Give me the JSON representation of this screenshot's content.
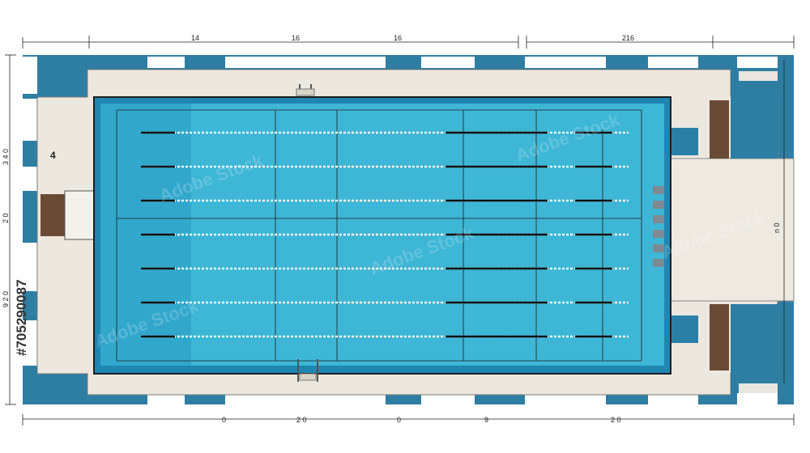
{
  "dimensions": {
    "top": [
      "14",
      "16",
      "16",
      "216"
    ],
    "left": [
      "3 4 0",
      "2 0",
      "9 2 0"
    ],
    "right": [
      "n 0"
    ],
    "bottom": [
      "0",
      "2 0",
      "0",
      "9",
      "2 0"
    ]
  },
  "labels": {
    "pool_marker": "4"
  },
  "watermark": {
    "text": "Adobe Stock",
    "id": "#705290087"
  },
  "colors": {
    "water": "#3eb6d6",
    "water_deep": "#2a8fb0",
    "tile_blue": "#2e7ea3",
    "deck": "#ece8df",
    "outline": "#1e1e1e"
  },
  "pool": {
    "lanes": 7
  }
}
